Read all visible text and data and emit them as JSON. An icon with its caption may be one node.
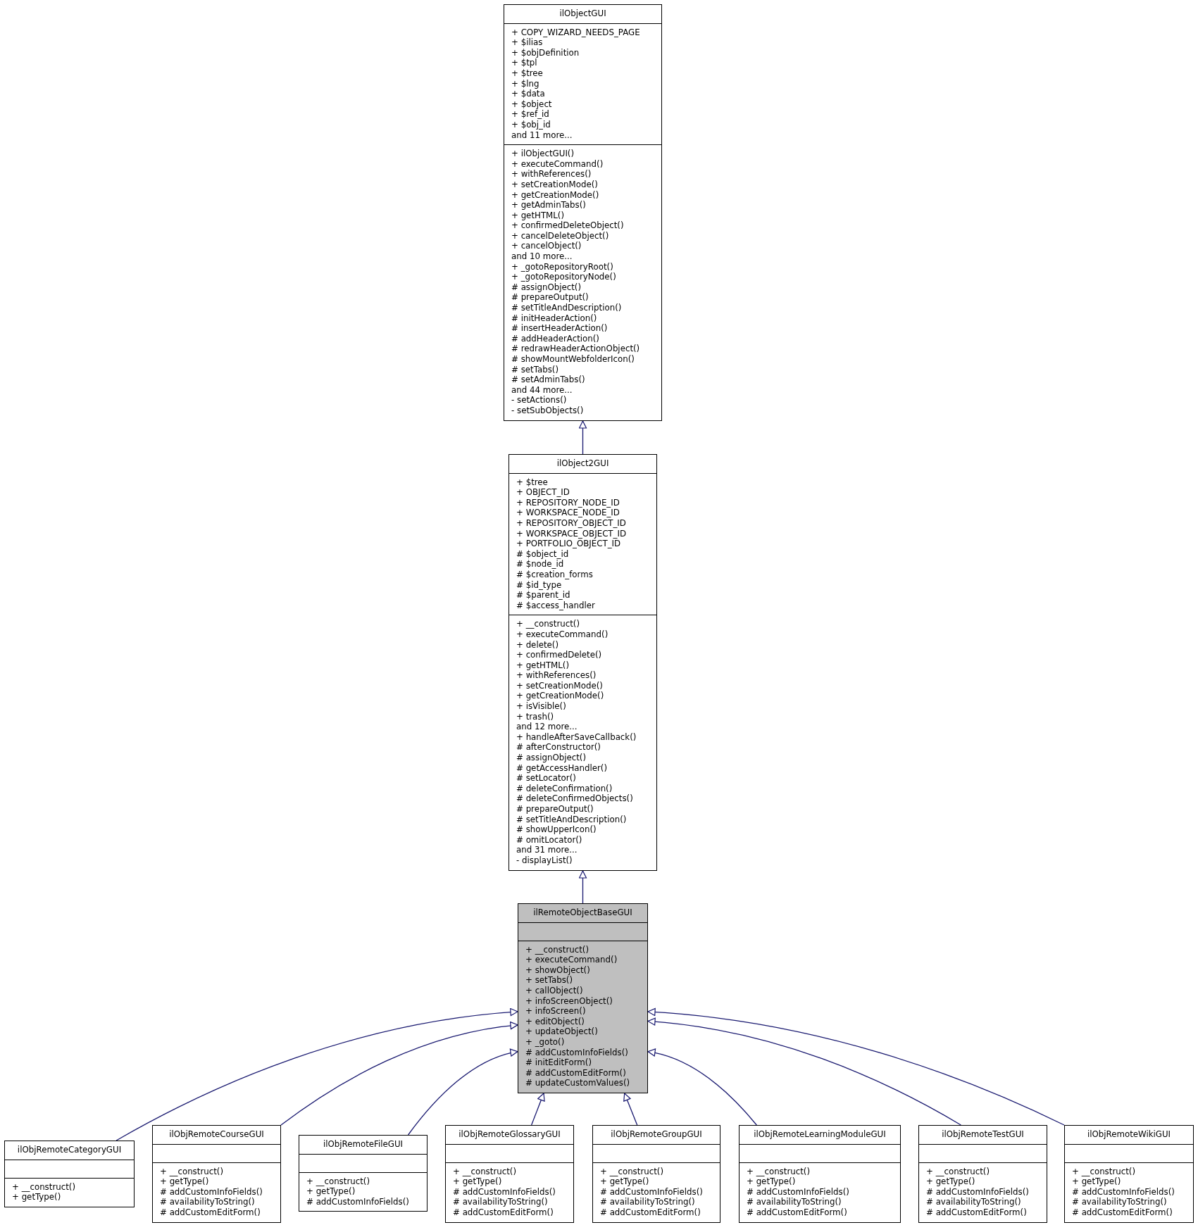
{
  "diagram": {
    "nodes": [
      {
        "text": [
          "ilObjectGUI"
        ]
      },
      {
        "text": [
          "+ COPY_WIZARD_NEEDS_PAGE",
          "+ $ilias",
          "+ $objDefinition",
          "+ $tpl",
          "+ $tree",
          "+ $lng",
          "+ $data",
          "+ $object",
          "+ $ref_id",
          "+ $obj_id",
          "and 11 more..."
        ],
        "in": 0
      },
      {
        "text": [
          "+ ilObjectGUI()",
          "+ executeCommand()",
          "+ withReferences()",
          "+ setCreationMode()",
          "+ getCreationMode()",
          "+ getAdminTabs()",
          "+ getHTML()",
          "+ confirmedDeleteObject()",
          "+ cancelDeleteObject()",
          "+ cancelObject()",
          "and 10 more...",
          "+ _gotoRepositoryRoot()",
          "+ _gotoRepositoryNode()",
          "# assignObject()",
          "# prepareOutput()",
          "# setTitleAndDescription()",
          "# initHeaderAction()",
          "# insertHeaderAction()",
          "# addHeaderAction()",
          "# redrawHeaderActionObject()",
          "# showMountWebfolderIcon()",
          "# setTabs()",
          "# setAdminTabs()",
          "and 44 more...",
          "- setActions()",
          "- setSubObjects()"
        ],
        "in": 0
      },
      {
        "text": [
          "ilObject2GUI"
        ]
      },
      {
        "text": [
          "+ $tree",
          "+ OBJECT_ID",
          "+ REPOSITORY_NODE_ID",
          "+ WORKSPACE_NODE_ID",
          "+ REPOSITORY_OBJECT_ID",
          "+ WORKSPACE_OBJECT_ID",
          "+ PORTFOLIO_OBJECT_ID",
          "# $object_id",
          "# $node_id",
          "# $creation_forms",
          "# $id_type",
          "# $parent_id",
          "# $access_handler"
        ],
        "in": 3
      },
      {
        "text": [
          "+ __construct()",
          "+ executeCommand()",
          "+ delete()",
          "+ confirmedDelete()",
          "+ getHTML()",
          "+ withReferences()",
          "+ setCreationMode()",
          "+ getCreationMode()",
          "+ isVisible()",
          "+ trash()",
          "and 12 more...",
          "+ handleAfterSaveCallback()",
          "# afterConstructor()",
          "# assignObject()",
          "# getAccessHandler()",
          "# setLocator()",
          "# deleteConfirmation()",
          "# deleteConfirmedObjects()",
          "# prepareOutput()",
          "# setTitleAndDescription()",
          "# showUpperIcon()",
          "# omitLocator()",
          "and 31 more...",
          "- displayList()"
        ],
        "in": 3
      },
      {
        "text": [
          "ilRemoteObjectBaseGUI"
        ]
      },
      {
        "text": [],
        "shape": "box",
        "in": 6
      },
      {
        "text": [
          "+ __construct()",
          "+ executeCommand()",
          "+ showObject()",
          "+ setTabs()",
          "+ callObject()",
          "+ infoScreenObject()",
          "+ infoScreen()",
          "+ editObject()",
          "+ updateObject()",
          "+ _goto()",
          "# addCustomInfoFields()",
          "# initEditForm()",
          "# addCustomEditForm()",
          "# updateCustomValues()"
        ],
        "in": 6
      },
      {
        "text": [
          "ilObjRemoteCategoryGUI"
        ]
      },
      {
        "text": [],
        "shape": "box",
        "in": 9
      },
      {
        "text": [
          "+ __construct()",
          "+ getType()"
        ],
        "in": 9
      },
      {
        "text": [
          "ilObjRemoteCourseGUI"
        ]
      },
      {
        "text": [],
        "shape": "box",
        "in": 12
      },
      {
        "text": [
          "+ __construct()",
          "+ getType()",
          "# addCustomInfoFields()",
          "# availabilityToString()",
          "# addCustomEditForm()"
        ],
        "in": 12
      },
      {
        "text": [
          "ilObjRemoteFileGUI"
        ]
      },
      {
        "text": [],
        "shape": "box",
        "in": 15
      },
      {
        "text": [
          "+ __construct()",
          "+ getType()",
          "# addCustomInfoFields()"
        ],
        "in": 15
      },
      {
        "text": [
          "ilObjRemoteGlossaryGUI"
        ]
      },
      {
        "text": [],
        "shape": "box",
        "in": 18
      },
      {
        "text": [
          "+ __construct()",
          "+ getType()",
          "# addCustomInfoFields()",
          "# availabilityToString()",
          "# addCustomEditForm()"
        ],
        "in": 18
      },
      {
        "text": [
          "ilObjRemoteGroupGUI"
        ]
      },
      {
        "text": [],
        "shape": "box",
        "in": 21
      },
      {
        "text": [
          "+ __construct()",
          "+ getType()",
          "# addCustomInfoFields()",
          "# availabilityToString()",
          "# addCustomEditForm()"
        ],
        "in": 21
      },
      {
        "text": [
          "ilObjRemoteLearningModuleGUI"
        ]
      },
      {
        "text": [],
        "shape": "box",
        "in": 24
      },
      {
        "text": [
          "+ __construct()",
          "+ getType()",
          "# addCustomInfoFields()",
          "# availabilityToString()",
          "# addCustomEditForm()"
        ],
        "in": 24
      },
      {
        "text": [
          "ilObjRemoteTestGUI"
        ]
      },
      {
        "text": [],
        "shape": "box",
        "in": 27
      },
      {
        "text": [
          "+ __construct()",
          "+ getType()",
          "# addCustomInfoFields()",
          "# availabilityToString()",
          "# addCustomEditForm()"
        ],
        "in": 27
      },
      {
        "text": [
          "ilObjRemoteWikiGUI"
        ]
      },
      {
        "text": [],
        "shape": "box",
        "in": 30
      },
      {
        "text": [
          "+ __construct()",
          "+ getType()",
          "# addCustomInfoFields()",
          "# availabilityToString()",
          "# addCustomEditForm()"
        ],
        "in": 30
      }
    ],
    "edges": [
      {
        "from": 3,
        "to": 0,
        "arrow": "to"
      },
      {
        "from": 6,
        "to": 3,
        "arrow": "to"
      },
      {
        "from": 9,
        "to": 6,
        "arrow": "to"
      },
      {
        "from": 12,
        "to": 6,
        "arrow": "to"
      },
      {
        "from": 15,
        "to": 6,
        "arrow": "to"
      },
      {
        "from": 18,
        "to": 6,
        "arrow": "to"
      },
      {
        "from": 21,
        "to": 6,
        "arrow": "to"
      },
      {
        "from": 24,
        "to": 6,
        "arrow": "to"
      },
      {
        "from": 27,
        "to": 6,
        "arrow": "to"
      },
      {
        "from": 30,
        "to": 6,
        "arrow": "to"
      }
    ]
  }
}
